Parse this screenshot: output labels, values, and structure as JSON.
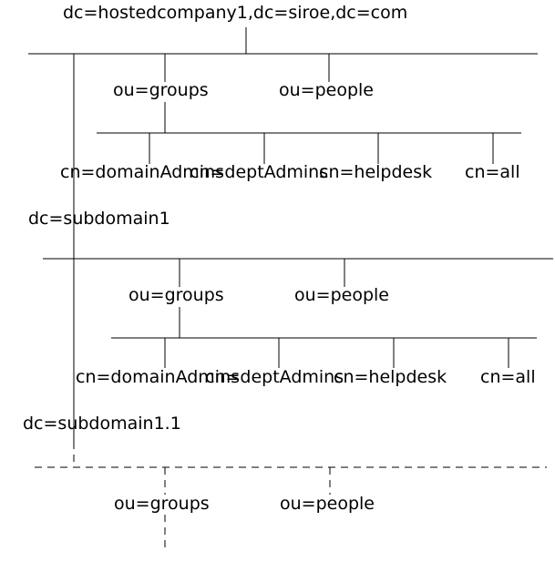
{
  "root": {
    "label": "dc=hostedcompany1,dc=siroe,dc=com"
  },
  "level1": {
    "groups": "ou=groups",
    "people": "ou=people",
    "roles": [
      "cn=domainAdmins",
      "cn=deptAdmins",
      "cn=helpdesk",
      "cn=all"
    ]
  },
  "subdomain1": {
    "label": "dc=subdomain1",
    "groups": "ou=groups",
    "people": "ou=people",
    "roles": [
      "cn=domainAdmins",
      "cn=deptAdmins",
      "cn=helpdesk",
      "cn=all"
    ]
  },
  "subdomain11": {
    "label": "dc=subdomain1.1",
    "groups": "ou=groups",
    "people": "ou=people"
  },
  "colors": {
    "line": "#000000",
    "text": "#000000",
    "background": "#ffffff"
  }
}
